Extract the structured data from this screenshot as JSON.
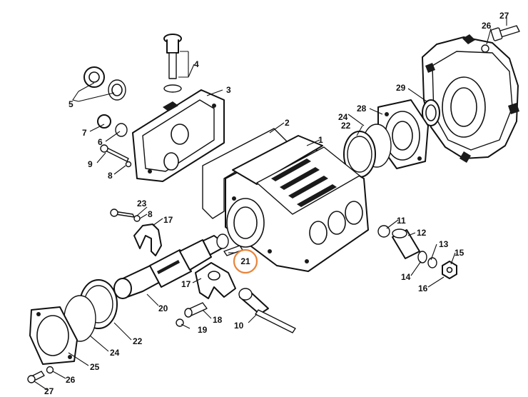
{
  "diagram": {
    "callouts": {
      "c1": "1",
      "c2": "2",
      "c3": "3",
      "c4": "4",
      "c5": "5",
      "c6": "6",
      "c7": "7",
      "c8a": "8",
      "c8b": "8",
      "c9": "9",
      "c10": "10",
      "c11": "11",
      "c12": "12",
      "c13": "13",
      "c14": "14",
      "c15": "15",
      "c16": "16",
      "c17a": "17",
      "c17b": "17",
      "c18": "18",
      "c19": "19",
      "c20": "20",
      "c21": "21",
      "c22a": "22",
      "c22b": "22",
      "c23": "23",
      "c24a": "24",
      "c24b": "24",
      "c25": "25",
      "c26a": "26",
      "c26b": "26",
      "c27a": "27",
      "c27b": "27",
      "c28": "28",
      "c29": "29"
    },
    "highlighted_callout": "21",
    "colors": {
      "line": "#111111",
      "background": "#ffffff",
      "highlight_ring": "#e8843a",
      "highlight_fill": "#fbe3cf"
    }
  }
}
